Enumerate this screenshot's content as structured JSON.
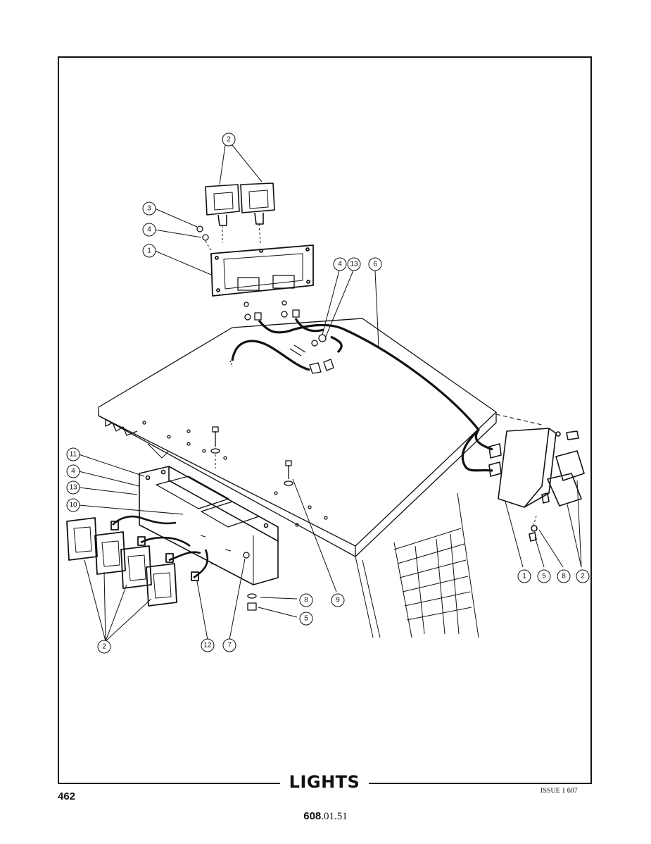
{
  "page": {
    "title": "LIGHTS",
    "page_number": "462",
    "issue": "ISSUE 1 607",
    "doc_code_bold": "608",
    "doc_code_rest": ".01.51"
  },
  "callouts": [
    {
      "id": "c-top-2",
      "label": "2"
    },
    {
      "id": "c-3",
      "label": "3"
    },
    {
      "id": "c-4a",
      "label": "4"
    },
    {
      "id": "c-1a",
      "label": "1"
    },
    {
      "id": "c-4b",
      "label": "4"
    },
    {
      "id": "c-13a",
      "label": "13"
    },
    {
      "id": "c-6",
      "label": "6"
    },
    {
      "id": "c-11",
      "label": "11"
    },
    {
      "id": "c-4c",
      "label": "4"
    },
    {
      "id": "c-13b",
      "label": "13"
    },
    {
      "id": "c-10",
      "label": "10"
    },
    {
      "id": "c-2b",
      "label": "2"
    },
    {
      "id": "c-12",
      "label": "12"
    },
    {
      "id": "c-7",
      "label": "7"
    },
    {
      "id": "c-8a",
      "label": "8"
    },
    {
      "id": "c-9",
      "label": "9"
    },
    {
      "id": "c-5a",
      "label": "5"
    },
    {
      "id": "c-1b",
      "label": "1"
    },
    {
      "id": "c-5b",
      "label": "5"
    },
    {
      "id": "c-8b",
      "label": "8"
    },
    {
      "id": "c-2c",
      "label": "2"
    }
  ]
}
